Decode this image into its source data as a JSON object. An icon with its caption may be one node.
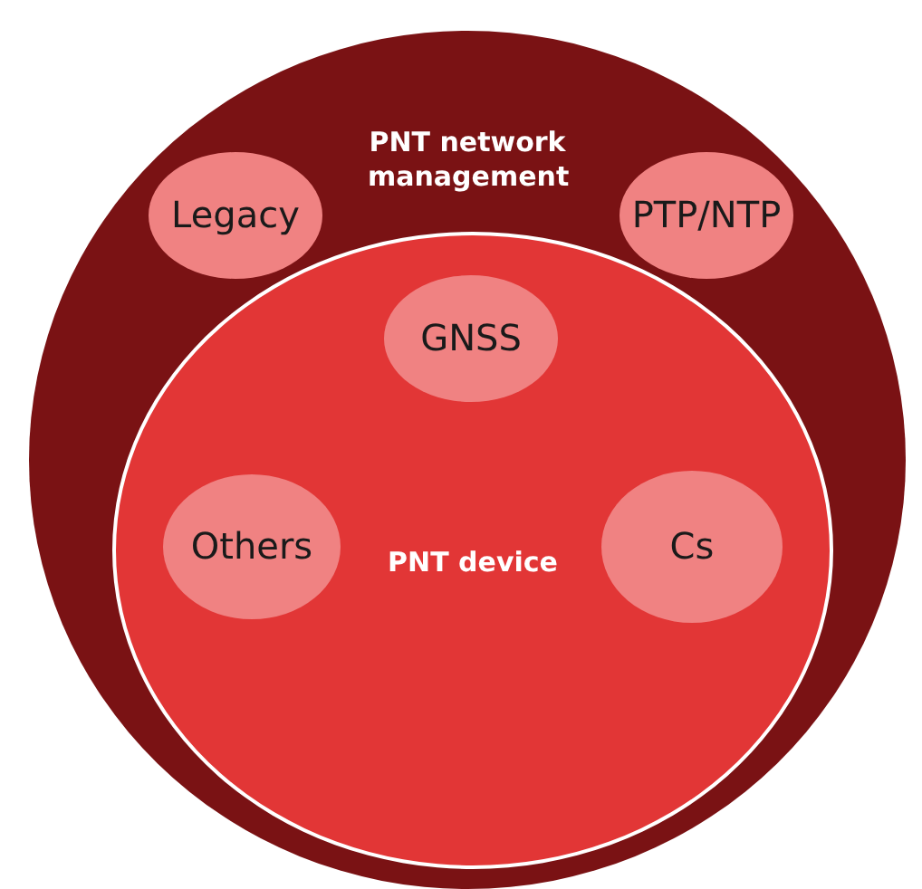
{
  "diagram": {
    "nodes": [
      {
        "text": [
          "PNT network management"
        ]
      },
      {
        "text": [
          "Legacy"
        ],
        "in": 0
      },
      {
        "text": [
          "PTP/NTP"
        ],
        "in": 0
      },
      {
        "text": [
          "PNT device"
        ],
        "in": 0
      },
      {
        "text": [
          "GNSS"
        ],
        "in": 3
      },
      {
        "text": [
          "Others"
        ],
        "in": 3
      },
      {
        "text": [
          "Cs"
        ],
        "in": 3
      }
    ]
  }
}
